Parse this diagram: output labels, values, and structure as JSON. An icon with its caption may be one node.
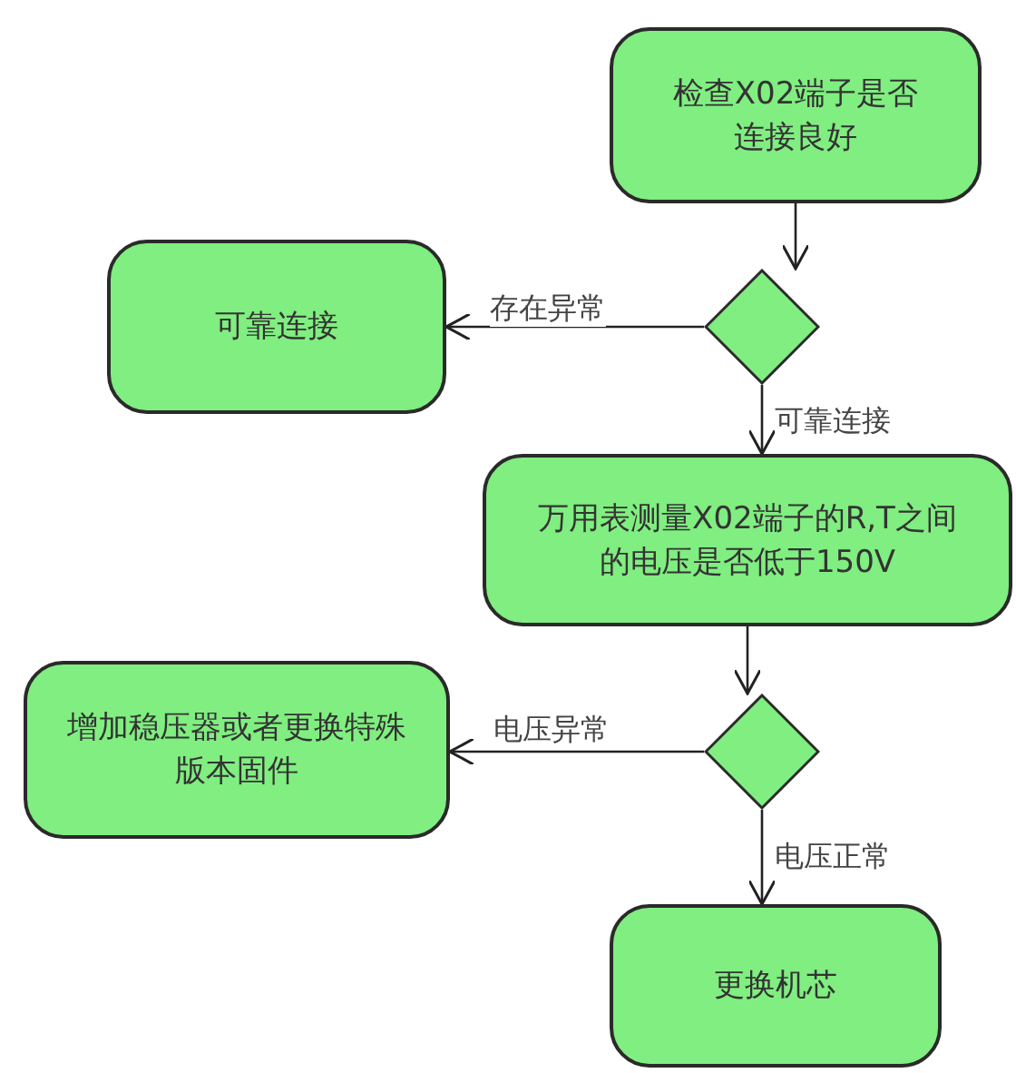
{
  "diagram": {
    "nodes": [
      {
        "text": [
          "检查X02端子是否连接良好"
        ]
      },
      {
        "text": [],
        "shape": "diamond"
      },
      {
        "text": [
          "可靠连接"
        ]
      },
      {
        "text": [
          "万用表测量X02端子的R,T之间的电压是否低于150V"
        ]
      },
      {
        "text": [],
        "shape": "diamond"
      },
      {
        "text": [
          "增加稳压器或者更换特殊版本固件"
        ]
      },
      {
        "text": [
          "更换机芯"
        ]
      }
    ],
    "edges": [
      {
        "from": 0,
        "to": 1,
        "arrow": "to"
      },
      {
        "from": 1,
        "to": 2,
        "arrow": "to",
        "label": "存在异常"
      },
      {
        "from": 1,
        "to": 3,
        "arrow": "to",
        "label": "可靠连接"
      },
      {
        "from": 3,
        "to": 4,
        "arrow": "to"
      },
      {
        "from": 4,
        "to": 5,
        "arrow": "to",
        "label": "电压异常"
      },
      {
        "from": 4,
        "to": 6,
        "arrow": "to",
        "label": "电压正常"
      }
    ]
  }
}
